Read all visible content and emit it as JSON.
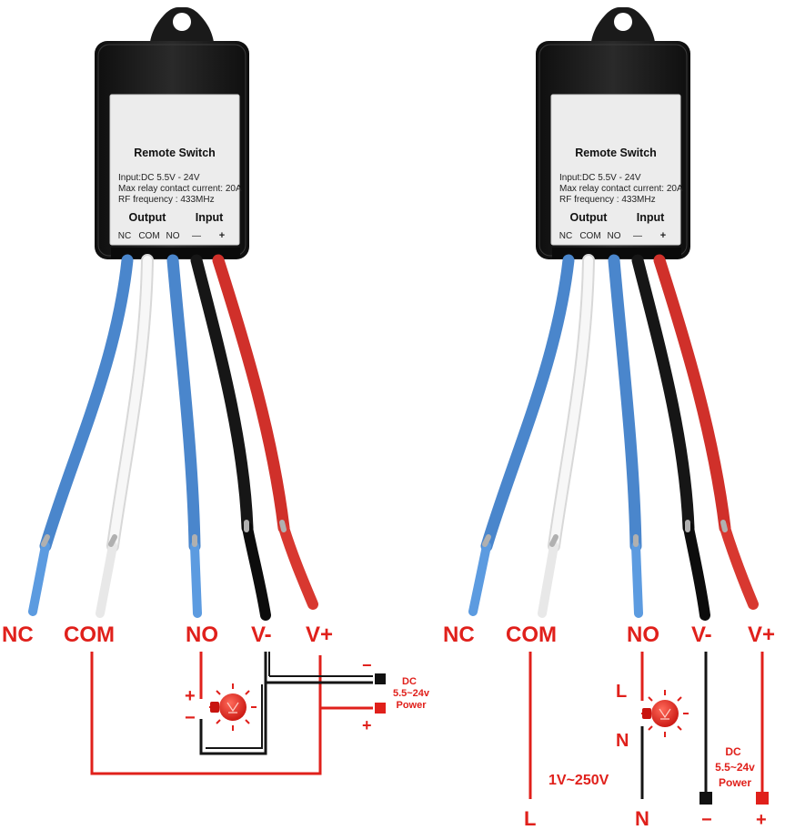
{
  "colors": {
    "red": "#e0201b",
    "blue": "#4d8fd6",
    "white_wire": "#f2f2f2",
    "black": "#151515",
    "module": "#1b1b1b",
    "label_bg": "#ececec",
    "bulb": "#e0201b"
  },
  "left": {
    "module": {
      "title": "Remote Switch",
      "spec1": "Input:DC 5.5V - 24V",
      "spec2": "Max relay contact current: 20A",
      "spec3": "RF frequency : 433MHz",
      "output_label": "Output",
      "input_label": "Input",
      "pin_nc": "NC",
      "pin_com": "COM",
      "pin_no": "NO",
      "pin_minus": "—",
      "pin_plus": "+"
    },
    "labels": {
      "nc": "NC",
      "com": "COM",
      "no": "NO",
      "vminus": "V-",
      "vplus": "V+"
    },
    "lamp_plus": "+",
    "lamp_minus": "−",
    "power_minus": "−",
    "power_plus": "+",
    "power_dc": "DC",
    "power_voltage": "5.5~24v",
    "power_word": "Power",
    "bulb_icon": "light-bulb-icon"
  },
  "right": {
    "module": {
      "title": "Remote Switch",
      "spec1": "Input:DC 5.5V - 24V",
      "spec2": "Max relay contact current: 20A",
      "spec3": "RF frequency : 433MHz",
      "output_label": "Output",
      "input_label": "Input",
      "pin_nc": "NC",
      "pin_com": "COM",
      "pin_no": "NO",
      "pin_minus": "—",
      "pin_plus": "+"
    },
    "labels": {
      "nc": "NC",
      "com": "COM",
      "no": "NO",
      "vminus": "V-",
      "vplus": "V+"
    },
    "lamp_l": "L",
    "lamp_n": "N",
    "mains_voltage": "1V~250V",
    "bottom_l": "L",
    "bottom_n": "N",
    "power_dc": "DC",
    "power_voltage": "5.5~24v",
    "power_word": "Power",
    "power_minus": "−",
    "power_plus": "+",
    "bulb_icon": "light-bulb-icon"
  }
}
